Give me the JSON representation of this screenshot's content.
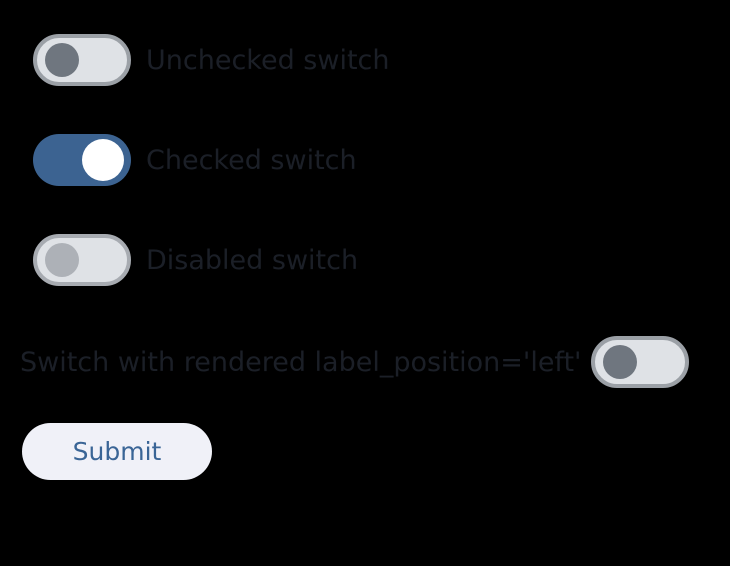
{
  "colors": {
    "background": "#000000",
    "switch_track_off": "#dfe2e6",
    "switch_border_off": "#9ba0a6",
    "switch_thumb_off": "#6f767f",
    "switch_track_on": "#3c6391",
    "switch_thumb_on": "#ffffff",
    "switch_thumb_disabled": "#adb1b7",
    "label_text": "#1b1f27",
    "button_background": "#f0f1f8",
    "button_text": "#3a6596"
  },
  "switches": [
    {
      "name": "unchecked-switch",
      "label": "Unchecked switch",
      "state": "off",
      "checked": false,
      "disabled": false,
      "label_position": "right"
    },
    {
      "name": "checked-switch",
      "label": "Checked switch",
      "state": "on",
      "checked": true,
      "disabled": false,
      "label_position": "right"
    },
    {
      "name": "disabled-switch",
      "label": "Disabled switch",
      "state": "disabled",
      "checked": false,
      "disabled": true,
      "label_position": "right"
    },
    {
      "name": "left-label-switch",
      "label": "Switch with rendered label_position='left'",
      "state": "off",
      "checked": false,
      "disabled": false,
      "label_position": "left"
    }
  ],
  "form": {
    "submit_label": "Submit"
  }
}
